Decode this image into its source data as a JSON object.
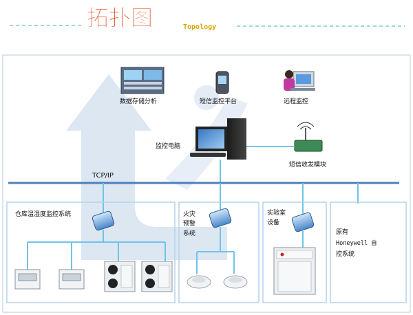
{
  "header": {
    "title": "拓扑图",
    "subtitle": "Topology"
  },
  "nodes": {
    "data_storage": "数据存储分析",
    "sms_platform": "短信监控平台",
    "remote_monitor": "远程监控",
    "monitor_pc": "监控电脑",
    "sms_module": "短信收发模块",
    "network": "TCP/IP"
  },
  "panels": {
    "warehouse": "仓库温湿度监控系统",
    "fire_line1": "火灾",
    "fire_line2": "预警",
    "fire_line3": "系统",
    "lab_line1": "实验室",
    "lab_line2": "设备",
    "honeywell_line1": "原有",
    "honeywell_line2": "Honeywell 自",
    "honeywell_line3": "控系统"
  },
  "colors": {
    "title": "#e8491f",
    "subtitle": "#d8a400",
    "bus": "#4e7fbf",
    "line": "#6fc3e8",
    "panel_border": "#b4d3ea",
    "arrow_bg": "#dbe6f2"
  }
}
